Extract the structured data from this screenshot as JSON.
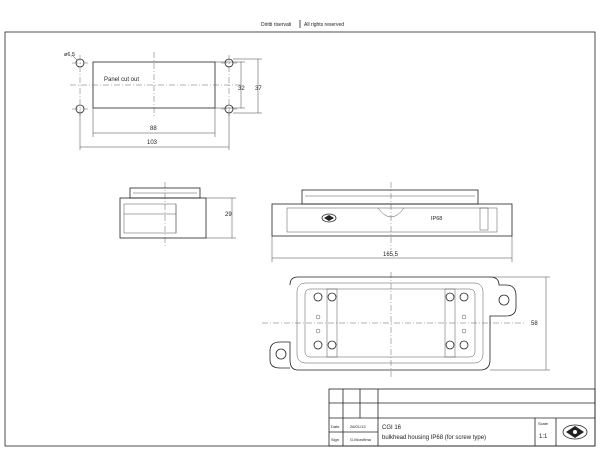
{
  "header": {
    "rights_it": "Diritti riservati",
    "rights_en": "All rights reserved"
  },
  "cutout": {
    "label": "Panel cut out",
    "hole_dia": "ø6,5",
    "dim_inner_height": "32",
    "dim_outer_height": "37",
    "dim_inner_width": "88",
    "dim_outer_width": "103"
  },
  "side_view": {
    "dim_height": "29"
  },
  "front_view": {
    "label": "IP68",
    "dim_length": "165,5"
  },
  "plan_view": {
    "dim_width": "58"
  },
  "title_block": {
    "date_label": "Date",
    "date_value": "26/01/13",
    "sign_label": "Sign",
    "sign_value": "G.Moroflma",
    "code": "CGI 16",
    "description": "bulkhead housing IP68  (for screw type)",
    "scale_label": "Scale",
    "scale_value": "1:1"
  }
}
